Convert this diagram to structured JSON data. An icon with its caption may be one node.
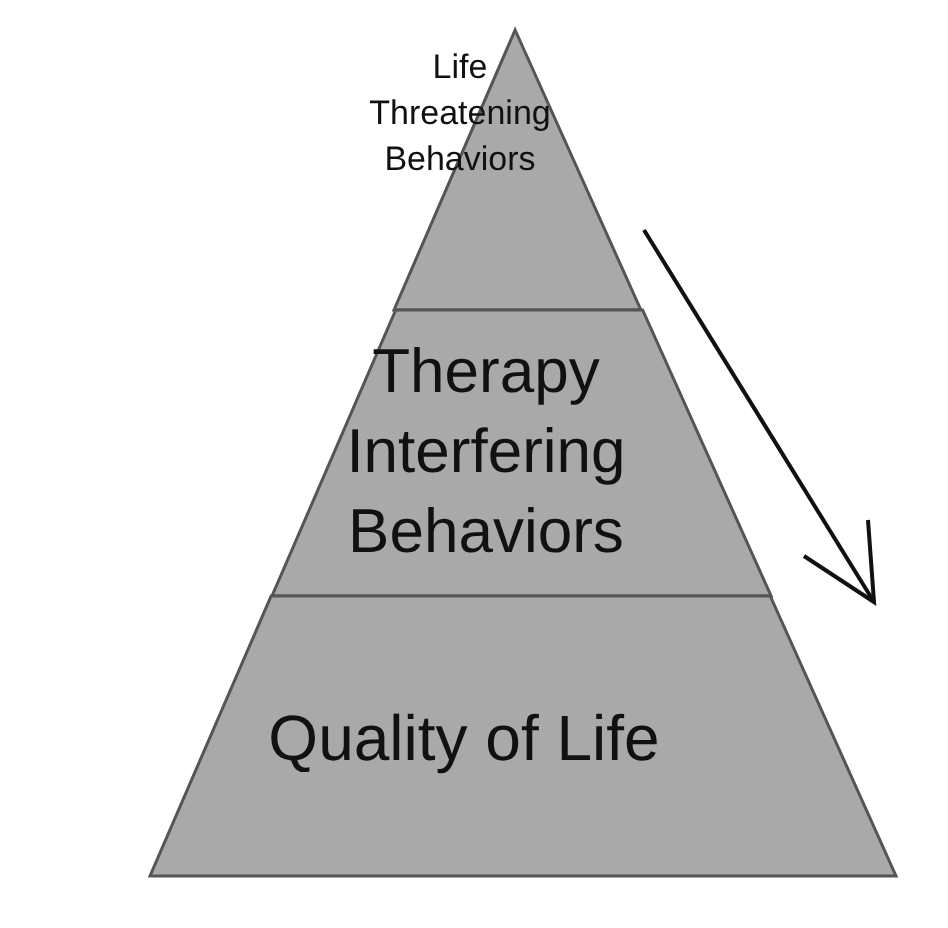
{
  "diagram": {
    "nodes": [
      {
        "text": [
          "Life Threatening Behaviors"
        ]
      },
      {
        "text": [
          "Therapy Interfering Behaviors"
        ]
      },
      {
        "text": [
          "Quality of Life"
        ]
      }
    ]
  }
}
